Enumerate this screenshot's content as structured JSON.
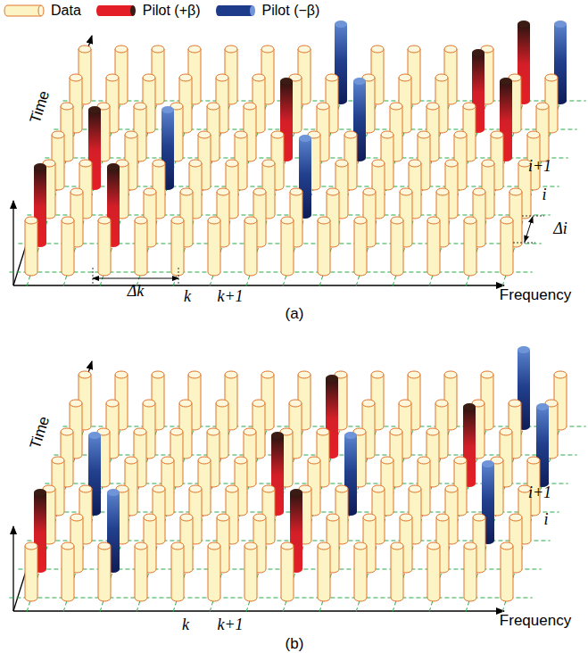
{
  "diagram": {
    "labels": [
      "Time",
      "i+1",
      "i",
      "Δi",
      "Δk",
      "k",
      "k+1",
      "Frequency",
      "(a)",
      "Time",
      "i+1",
      "i",
      "k",
      "k+1",
      "Frequency",
      "(b)"
    ],
    "legend": [
      {
        "text": "Data",
        "color": "#fcf4c4"
      },
      {
        "text": "Pilot (+β)",
        "color": "#e41e26"
      },
      {
        "text": "Pilot (−β)",
        "color": "#1e3a8a"
      }
    ]
  }
}
